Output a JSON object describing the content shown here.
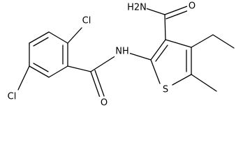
{
  "molecule": {
    "atoms": [
      {
        "id": "cl2",
        "symbol": "Cl"
      },
      {
        "id": "cl5",
        "symbol": "Cl"
      },
      {
        "id": "nh",
        "symbol": "NH"
      },
      {
        "id": "o_amide",
        "symbol": "O"
      },
      {
        "id": "nh2",
        "symbol": "H2N"
      },
      {
        "id": "o_carboxamide",
        "symbol": "O"
      },
      {
        "id": "s",
        "symbol": "S"
      }
    ]
  },
  "colors": {
    "ink": "#000000",
    "background": "#ffffff"
  }
}
